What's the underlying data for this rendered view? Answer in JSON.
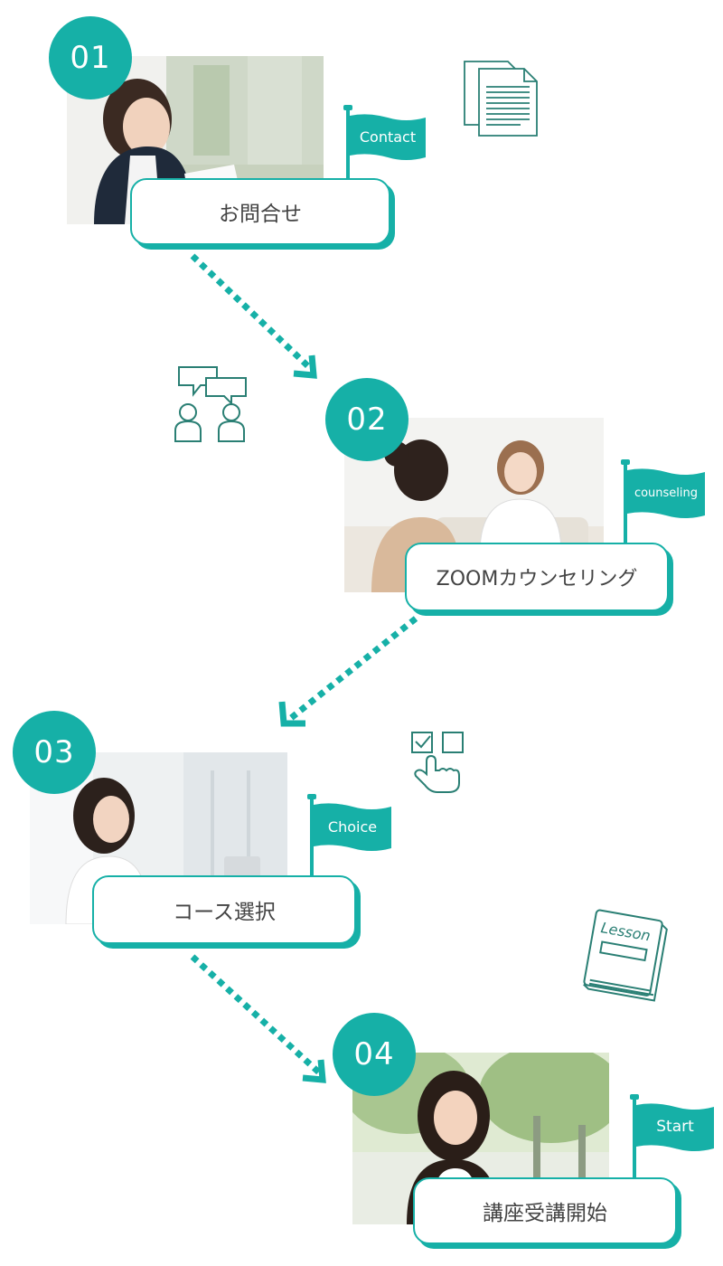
{
  "steps": [
    {
      "number": "01",
      "label": "お問合せ",
      "flag": "Contact"
    },
    {
      "number": "02",
      "label": "ZOOMカウンセリング",
      "flag": "counseling"
    },
    {
      "number": "03",
      "label": "コース選択",
      "flag": "Choice"
    },
    {
      "number": "04",
      "label": "講座受講開始",
      "flag": "Start"
    }
  ],
  "decor": {
    "lesson_book_text": "Lesson"
  },
  "colors": {
    "accent": "#16b0a7",
    "icon_line": "#2a7f74"
  },
  "icons": [
    "documents-icon",
    "chat-people-icon",
    "checkbox-click-icon",
    "lesson-book-icon"
  ]
}
